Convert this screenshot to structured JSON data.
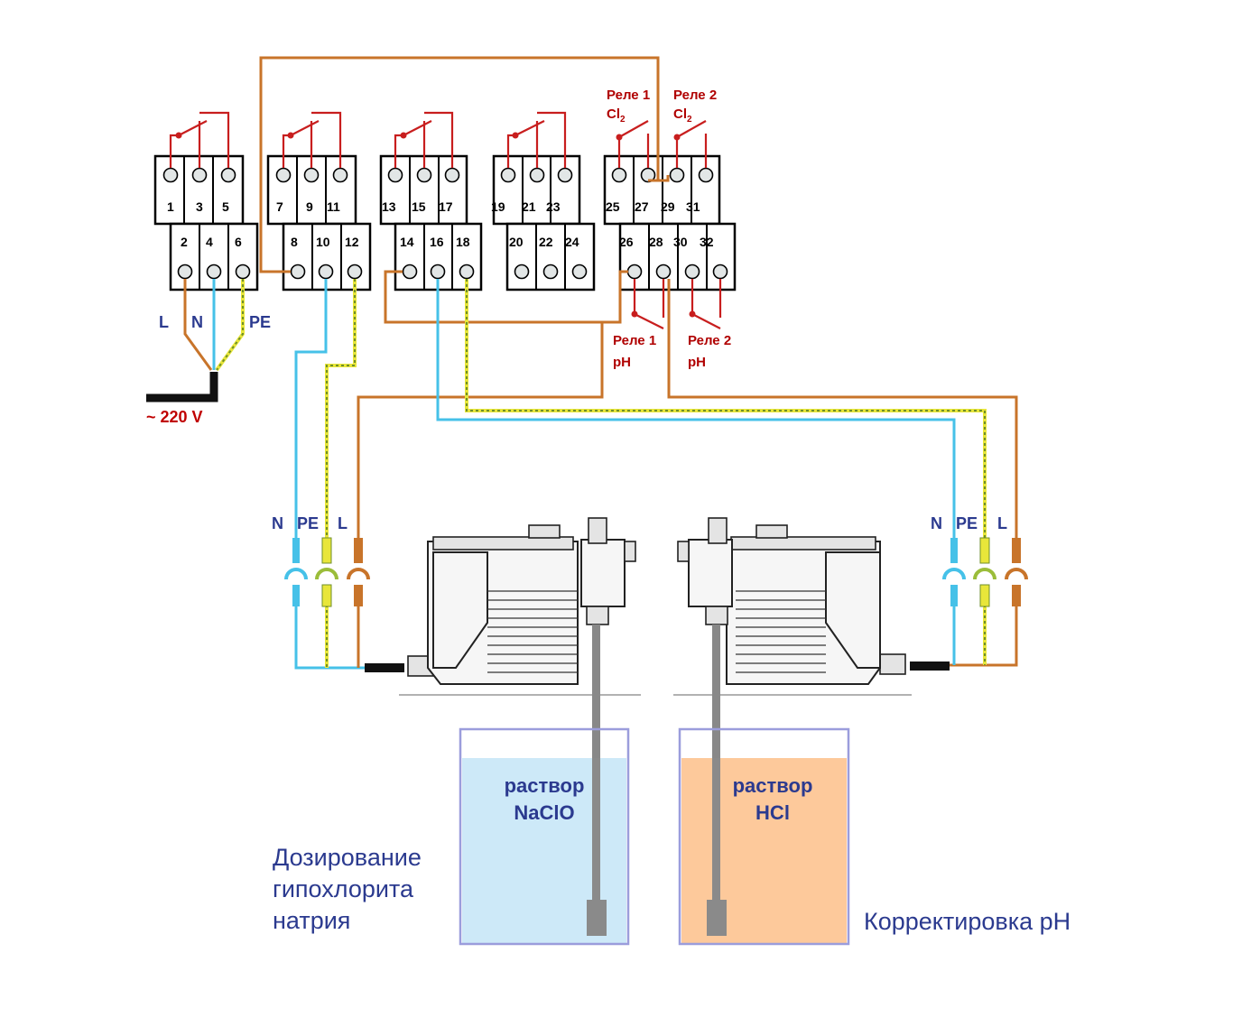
{
  "terminals": {
    "top": [
      "1",
      "3",
      "5",
      "7",
      "9",
      "11",
      "13",
      "15",
      "17",
      "19",
      "21",
      "23",
      "25",
      "27",
      "29",
      "31"
    ],
    "bottom": [
      "2",
      "4",
      "6",
      "8",
      "10",
      "12",
      "14",
      "16",
      "18",
      "20",
      "22",
      "24",
      "26",
      "28",
      "30",
      "32"
    ]
  },
  "relay_labels": {
    "r1_cl": "Реле 1",
    "cl2_a": "Cl",
    "r2_cl": "Реле 2",
    "cl2_b": "Cl",
    "sub2": "2",
    "r1_ph": "Реле 1",
    "ph_a": "pH",
    "r2_ph": "Реле 2",
    "ph_b": "pH"
  },
  "power": {
    "l": "L",
    "n": "N",
    "pe": "PE",
    "voltage": "~ 220 V"
  },
  "pump_left": {
    "n": "N",
    "pe": "PE",
    "l": "L"
  },
  "pump_right": {
    "n": "N",
    "pe": "PE",
    "l": "L"
  },
  "tank_left": {
    "line1": "раствор",
    "line2": "NaClO",
    "color": "#cde9f8"
  },
  "tank_right": {
    "line1": "раствор",
    "line2": "HCl",
    "color": "#fdc99b"
  },
  "captions": {
    "left": [
      "Дозирование",
      "гипохлорита",
      "натрия"
    ],
    "right": "Корректировка pH"
  },
  "colors": {
    "brown": "#c8742a",
    "blue": "#46c1e8",
    "pe_yellow": "#e8e63a",
    "relay_red": "#c81e1e"
  }
}
